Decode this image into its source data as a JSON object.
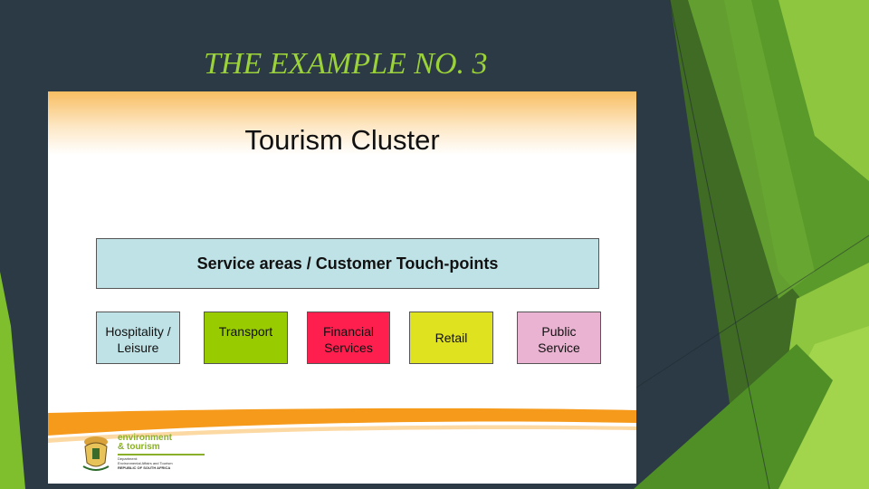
{
  "slide": {
    "title": "THE EXAMPLE NO. 3"
  },
  "diagram": {
    "title": "Tourism Cluster",
    "service_areas": "Service areas / Customer Touch-points",
    "touchpoints": [
      {
        "lines": [
          "Hospitality /",
          "Leisure"
        ],
        "color": "#bfe2e6"
      },
      {
        "lines": [
          "Transport"
        ],
        "color": "#99cc00"
      },
      {
        "lines": [
          "Financial",
          "Services"
        ],
        "color": "#ff1f4f"
      },
      {
        "lines": [
          "Retail"
        ],
        "color": "#dfe21f"
      },
      {
        "lines": [
          "Public",
          "Service"
        ],
        "color": "#eab3d2"
      }
    ]
  },
  "logo": {
    "line1": "environment",
    "line2": "& tourism",
    "small1": "Department:",
    "small2": "Environmental Affairs and Tourism",
    "small3": "REPUBLIC OF SOUTH AFRICA"
  },
  "colors": {
    "background": "#2b3a44",
    "title": "#9bd23a",
    "green_dark": "#4a8a1e",
    "green_light": "#8ec63f",
    "accent_orange": "#f59a1b"
  }
}
